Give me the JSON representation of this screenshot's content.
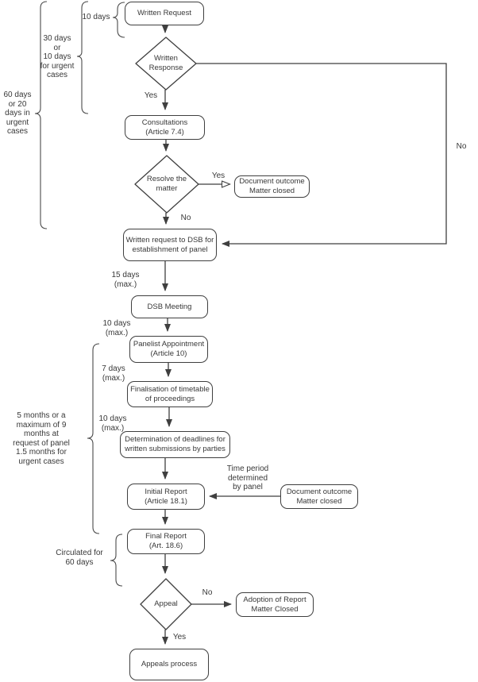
{
  "diagram": {
    "background_color": "#ffffff",
    "stroke_color": "#3f3f3f",
    "text_color": "#383838"
  },
  "nodes": {
    "written_request": "Written Request",
    "written_response": "Written\nResponse",
    "consultations": "Consultations\n(Article 7.4)",
    "resolve_matter": "Resolve the\nmatter",
    "document_outcome_1": "Document outcome\nMatter closed",
    "written_request_dsb": "Written request to DSB for\nestablishment of panel",
    "dsb_meeting": "DSB Meeting",
    "panelist_appointment": "Panelist Appointment\n(Article 10)",
    "finalisation_timetable": "Finalisation of timetable\nof proceedings",
    "determination_deadlines": "Determination of deadlines for\nwritten submissions by parties",
    "initial_report": "Initial Report\n(Article 18.1)",
    "document_outcome_2": "Document outcome\nMatter closed",
    "final_report": "Final Report\n(Art. 18.6)",
    "appeal": "Appeal",
    "adoption_report": "Adoption of Report\nMatter Closed",
    "appeals_process": "Appeals process"
  },
  "edge_labels": {
    "response_yes": "Yes",
    "response_no": "No",
    "resolve_yes": "Yes",
    "resolve_no": "No",
    "appeal_no": "No",
    "appeal_yes": "Yes"
  },
  "time_labels": {
    "ten_days": "10 days",
    "thirty_days": "30 days\nor\n10 days\nfor urgent\ncases",
    "sixty_days": "60 days\nor 20\ndays in\nurgent\ncases",
    "fifteen_days_max": "15 days\n(max.)",
    "ten_days_max_1": "10 days\n(max.)",
    "seven_days_max": "7 days\n(max.)",
    "ten_days_max_2": "10 days\n(max.)",
    "five_months": "5 months or a\nmaximum of 9\nmonths at\nrequest of panel\n1.5 months for\nurgent cases",
    "time_period_panel": "Time period\ndetermined\nby panel",
    "circulated_60": "Circulated for\n60 days"
  }
}
